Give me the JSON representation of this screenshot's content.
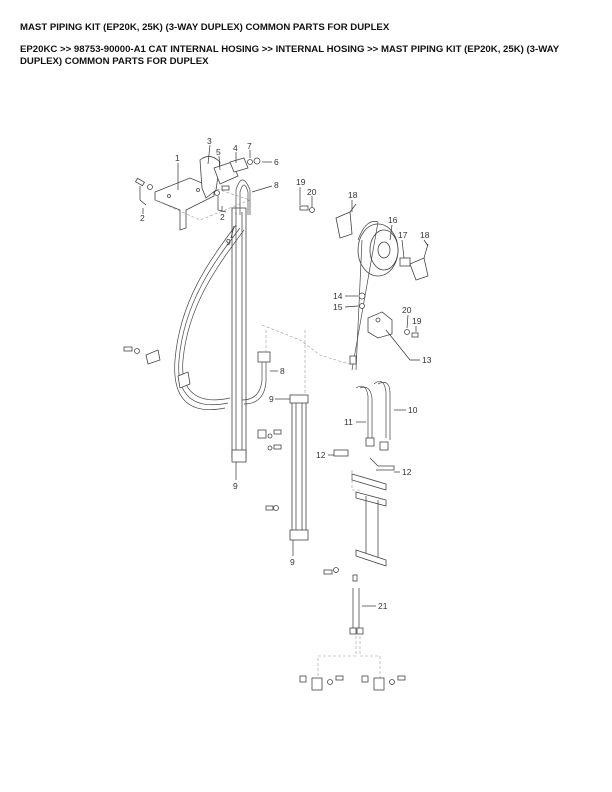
{
  "header": {
    "title": "MAST PIPING KIT (EP20K, 25K) (3-WAY DUPLEX) COMMON PARTS FOR DUPLEX",
    "breadcrumb": "EP20KC >> 98753-90000-A1 CAT INTERNAL HOSING >> INTERNAL HOSING >> MAST PIPING KIT (EP20K, 25K) (3-WAY DUPLEX) COMMON PARTS FOR DUPLEX"
  },
  "diagram": {
    "callouts": [
      {
        "id": "c1",
        "label": "1"
      },
      {
        "id": "c2a",
        "label": "2"
      },
      {
        "id": "c2b",
        "label": "2"
      },
      {
        "id": "c3",
        "label": "3"
      },
      {
        "id": "c4",
        "label": "4"
      },
      {
        "id": "c5",
        "label": "5"
      },
      {
        "id": "c6",
        "label": "6"
      },
      {
        "id": "c7",
        "label": "7"
      },
      {
        "id": "c8a",
        "label": "8"
      },
      {
        "id": "c8b",
        "label": "8"
      },
      {
        "id": "c9a",
        "label": "9"
      },
      {
        "id": "c9b",
        "label": "9"
      },
      {
        "id": "c9c",
        "label": "9"
      },
      {
        "id": "c9d",
        "label": "9"
      },
      {
        "id": "c10",
        "label": "10"
      },
      {
        "id": "c11",
        "label": "11"
      },
      {
        "id": "c12a",
        "label": "12"
      },
      {
        "id": "c12b",
        "label": "12"
      },
      {
        "id": "c13",
        "label": "13"
      },
      {
        "id": "c14",
        "label": "14"
      },
      {
        "id": "c15",
        "label": "15"
      },
      {
        "id": "c16",
        "label": "16"
      },
      {
        "id": "c17",
        "label": "17"
      },
      {
        "id": "c18a",
        "label": "18"
      },
      {
        "id": "c18b",
        "label": "18"
      },
      {
        "id": "c19a",
        "label": "19"
      },
      {
        "id": "c19b",
        "label": "19"
      },
      {
        "id": "c20a",
        "label": "20"
      },
      {
        "id": "c20b",
        "label": "20"
      },
      {
        "id": "c21",
        "label": "21"
      }
    ]
  }
}
